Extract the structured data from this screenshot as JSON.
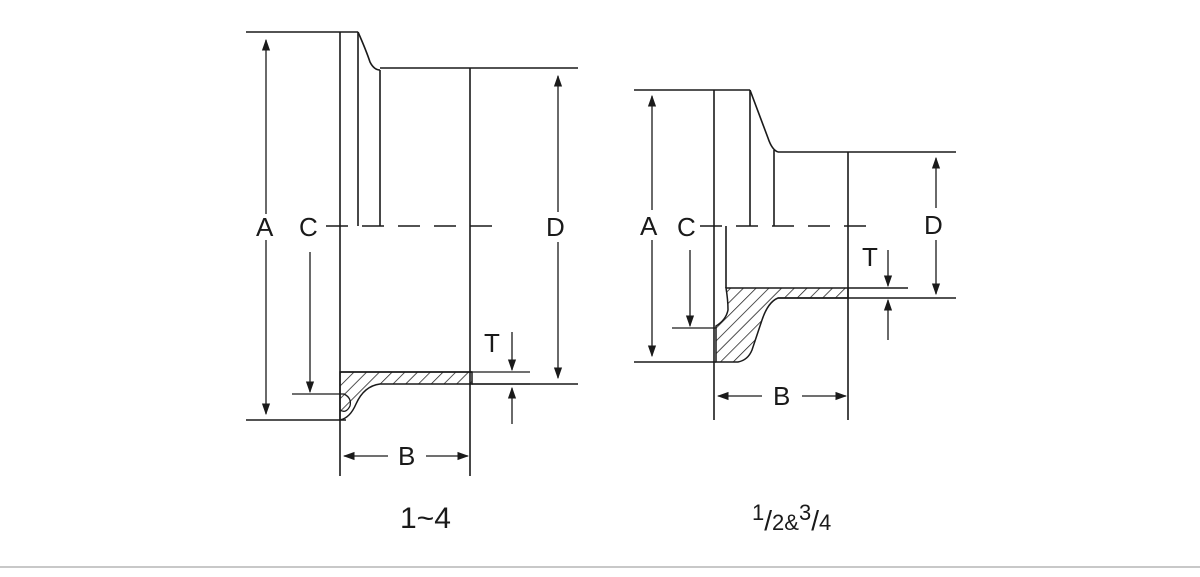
{
  "diagram": {
    "large_fitting": {
      "caption": "1~4",
      "labels": {
        "a": "A",
        "b": "B",
        "c": "C",
        "d": "D",
        "t": "T"
      }
    },
    "small_fitting": {
      "caption_parts": {
        "num1": "1",
        "den1": "2",
        "amp": "&",
        "num2": "3",
        "den2": "4"
      },
      "labels": {
        "a": "A",
        "b": "B",
        "c": "C",
        "d": "D",
        "t": "T"
      }
    }
  }
}
